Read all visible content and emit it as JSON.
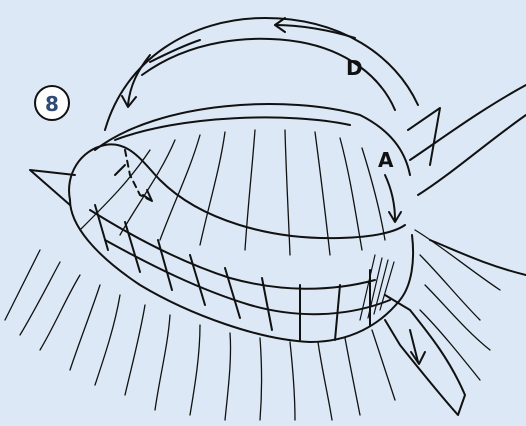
{
  "step": {
    "number": "8"
  },
  "labels": {
    "a": "A",
    "d": "D"
  },
  "colors": {
    "background": "#dce8f5",
    "ink": "#111111",
    "badge_text": "#2f4b75"
  }
}
